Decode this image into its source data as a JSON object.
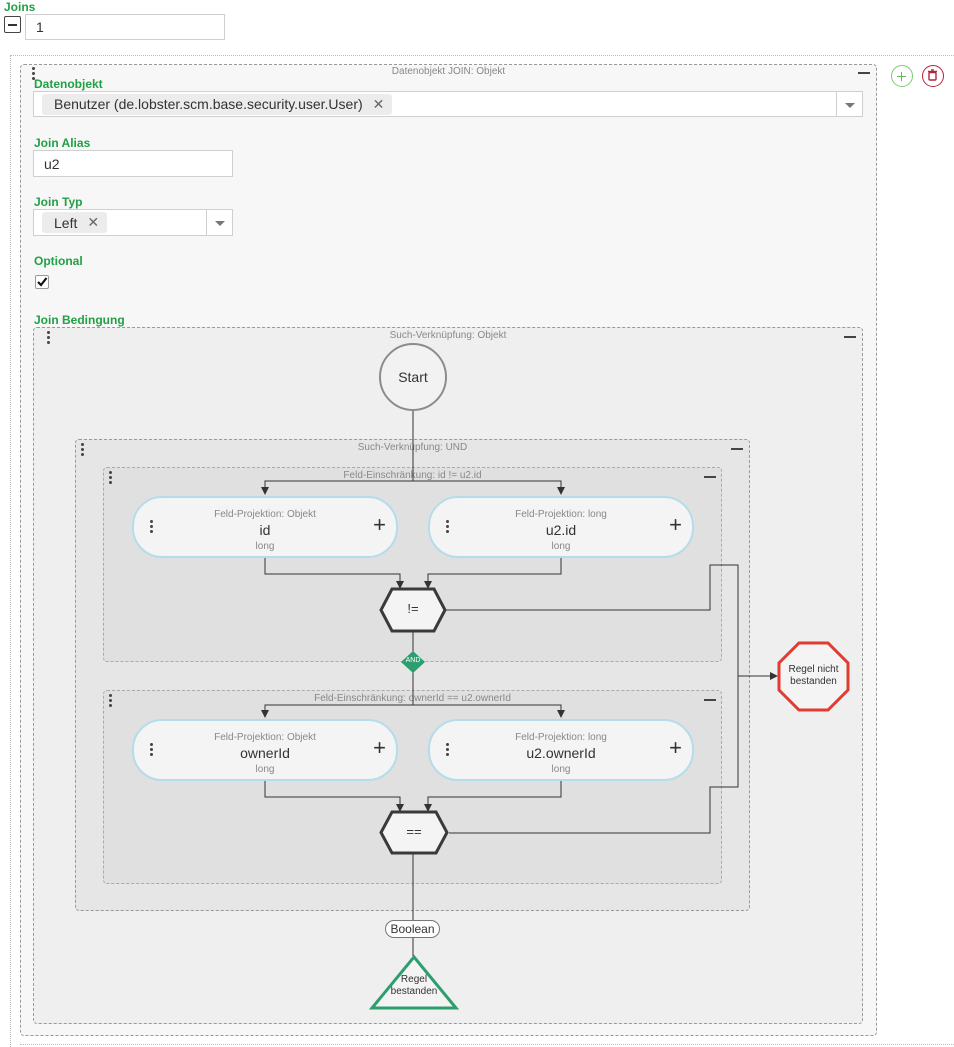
{
  "joins": {
    "label": "Joins",
    "count_value": "1"
  },
  "join_panel": {
    "title": "Datenobjekt JOIN: Objekt",
    "datenobjekt": {
      "label": "Datenobjekt",
      "tag": "Benutzer (de.lobster.scm.base.security.user.User)"
    },
    "alias": {
      "label": "Join Alias",
      "value": "u2"
    },
    "typ": {
      "label": "Join Typ",
      "tag": "Left"
    },
    "optional": {
      "label": "Optional",
      "checked": true
    },
    "bedingung": {
      "label": "Join Bedingung"
    }
  },
  "search_panel": {
    "title": "Such-Verknüpfung: Objekt"
  },
  "and_panel": {
    "title": "Such-Verknüpfung: UND"
  },
  "constraint1": {
    "title": "Feld-Einschränkung: id != u2.id",
    "left": {
      "type": "Feld-Projektion: Objekt",
      "name": "id",
      "datatype": "long"
    },
    "right": {
      "type": "Feld-Projektion: long",
      "name": "u2.id",
      "datatype": "long"
    },
    "operator": "!="
  },
  "constraint2": {
    "title": "Feld-Einschränkung: ownerId == u2.ownerId",
    "left": {
      "type": "Feld-Projektion: Objekt",
      "name": "ownerId",
      "datatype": "long"
    },
    "right": {
      "type": "Feld-Projektion: long",
      "name": "u2.ownerId",
      "datatype": "long"
    },
    "operator": "=="
  },
  "flow": {
    "start": "Start",
    "and_label": "AND",
    "boolean_label": "Boolean",
    "fail_line1": "Regel nicht",
    "fail_line2": "bestanden",
    "pass_line1": "Regel",
    "pass_line2": "bestanden"
  },
  "colors": {
    "accent_green": "#22a045",
    "fail_red": "#e03c31",
    "pass_green": "#2e9e6f",
    "node_border": "#b4dcea"
  }
}
